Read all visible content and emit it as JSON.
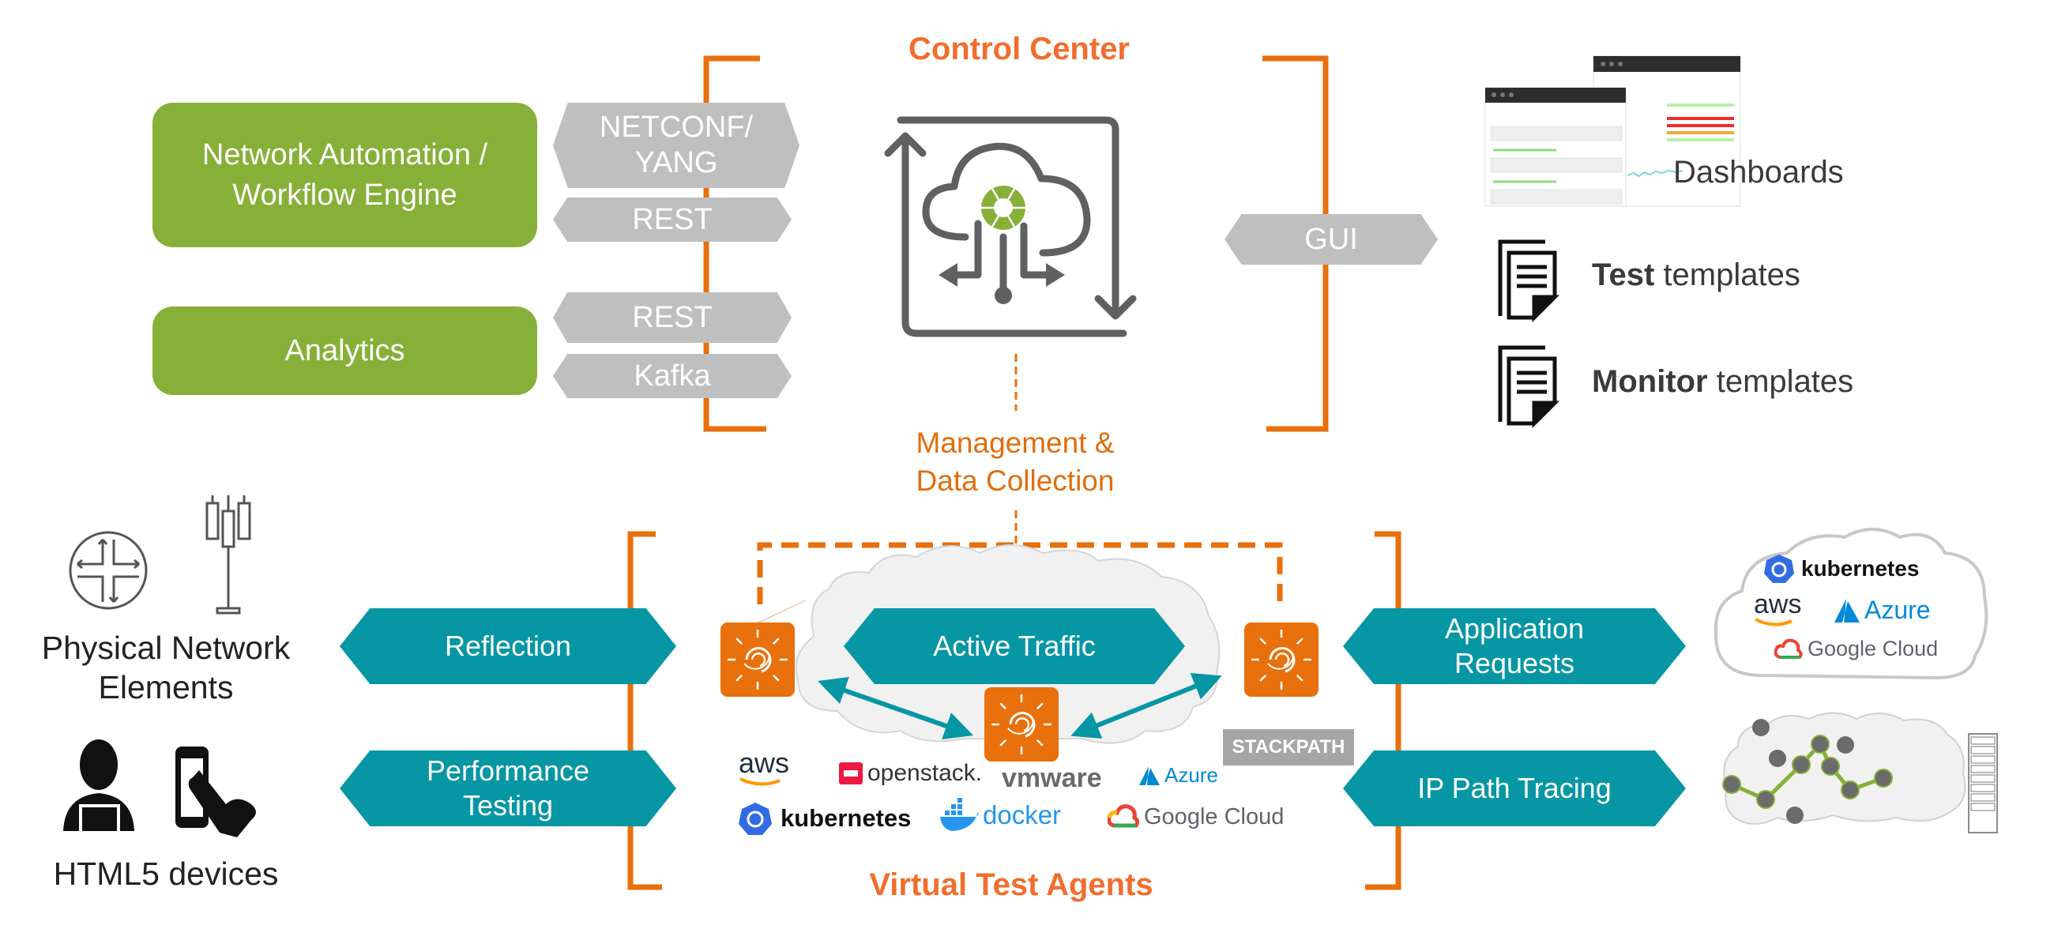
{
  "colors": {
    "orange": "#e8700d",
    "orange_title": "#f26d2d",
    "green": "#86b038",
    "grey_hex": "#bfbfbf",
    "teal": "#0796a3",
    "icon_grey": "#5f6062",
    "cloud_fill": "#f1f1f1"
  },
  "control_center": {
    "title": "Control Center",
    "icon": "cloud-automation-icon",
    "gui_label": "GUI"
  },
  "northbound": {
    "systems": [
      {
        "label": "Network Automation / Workflow Engine",
        "line1": "Network Automation /",
        "line2": "Workflow Engine"
      },
      {
        "label": "Analytics"
      }
    ],
    "interfaces": [
      {
        "label": "NETCONF/ YANG",
        "line1": "NETCONF/",
        "line2": "YANG"
      },
      {
        "label": "REST"
      },
      {
        "label": "REST"
      },
      {
        "label": "Kafka"
      }
    ]
  },
  "outputs": {
    "dashboards": {
      "label": "Dashboards",
      "window1_title": "Service Activation Test Report",
      "window2_title": "Monitoring"
    },
    "test_templates": {
      "bold": "Test",
      "rest": "templates",
      "icon": "document-stack-icon"
    },
    "monitor_templates": {
      "bold": "Monitor",
      "rest": "templates",
      "icon": "document-stack-icon"
    }
  },
  "management": {
    "line1": "Management &",
    "line2": "Data Collection"
  },
  "left_devices": {
    "physical": {
      "line1": "Physical Network",
      "line2": "Elements",
      "icons": [
        "router-icon",
        "cell-tower-icon"
      ]
    },
    "html5": {
      "label": "HTML5 devices",
      "icons": [
        "user-laptop-icon",
        "smartphone-touch-icon"
      ]
    }
  },
  "capabilities": {
    "reflection": "Reflection",
    "performance": {
      "line1": "Performance",
      "line2": "Testing"
    },
    "active_traffic": "Active Traffic",
    "application_requests": {
      "line1": "Application",
      "line2": "Requests"
    },
    "ip_path_tracing": "IP Path Tracing"
  },
  "virtual_test_agents": {
    "title": "Virtual Test Agents",
    "platforms": [
      "aws",
      "openstack.",
      "vmware",
      "Azure",
      "kubernetes",
      "docker",
      "Google Cloud",
      "STACKPATH"
    ]
  },
  "cloud_apps": {
    "logos": [
      "kubernetes",
      "aws",
      "Azure",
      "Google Cloud"
    ]
  }
}
